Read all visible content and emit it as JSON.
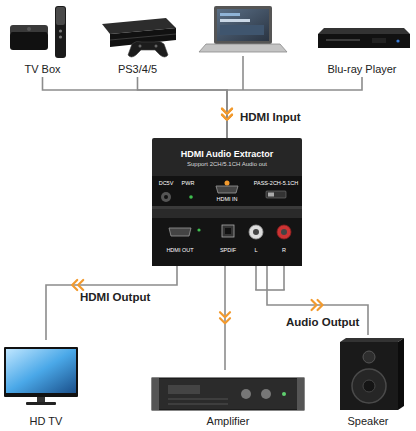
{
  "diagram": {
    "nodes": [
      {
        "text": [
          "TV Box"
        ]
      },
      {
        "text": [
          "PS3/4/5"
        ]
      },
      {
        "text": [
          "Blu-ray Player"
        ]
      },
      {
        "text": [
          "HDMI Audio Extractor",
          "Support 2CH/5.1CH Audio out"
        ]
      },
      {
        "text": [
          "HD TV"
        ]
      },
      {
        "text": [
          "Amplifier"
        ]
      },
      {
        "text": [
          "Speaker"
        ]
      }
    ],
    "edges": [
      {
        "from": 0,
        "to": 3,
        "arrow": "to"
      },
      {
        "from": 1,
        "to": 3,
        "arrow": "to"
      },
      {
        "from": 2,
        "to": 3,
        "arrow": "to"
      },
      {
        "from": 3,
        "to": 4,
        "arrow": "to",
        "label": "HDMI Output"
      },
      {
        "from": 3,
        "to": 5,
        "arrow": "to"
      },
      {
        "from": 3,
        "to": 6,
        "arrow": "to",
        "label": "Audio Output"
      }
    ],
    "labels": [
      "HDMI Input",
      "DC5V",
      "PWR",
      "HDMI IN",
      "PASS-2CH-5.1CH",
      "HDMI OUT",
      "SPDIF",
      "L",
      "R"
    ]
  }
}
